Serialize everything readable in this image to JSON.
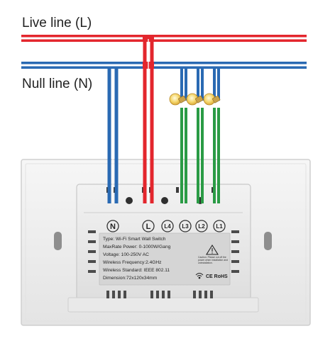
{
  "lines": {
    "live_label": "Live line (L)",
    "null_label": "Null line (N)"
  },
  "terminals": {
    "n": "N",
    "l": "L",
    "l4": "L4",
    "l3": "L3",
    "l2": "L2",
    "l1": "L1"
  },
  "spec_label": {
    "type": "Type: Wi-Fi Smart Wall Switch",
    "max_rate": "MaxRate Power: 0-1000W/Gang",
    "voltage": "Voltage: 100-250V AC",
    "frequency": "Wireless Frequency:2.4GHz",
    "standard": "Wireless Standard: IEEE 802.11",
    "dimension": "Dimension:72x120x34mm",
    "caution": "Caution: Please cut off the power when installation and uninstallation.",
    "marks": "CE RoHS"
  },
  "colors": {
    "live": "#e3262d",
    "null": "#2a6ab3",
    "load": "#2a9b45",
    "panel": "#f1f1f1",
    "body": "#eaeaea",
    "label_bg": "#d6d6d6"
  }
}
